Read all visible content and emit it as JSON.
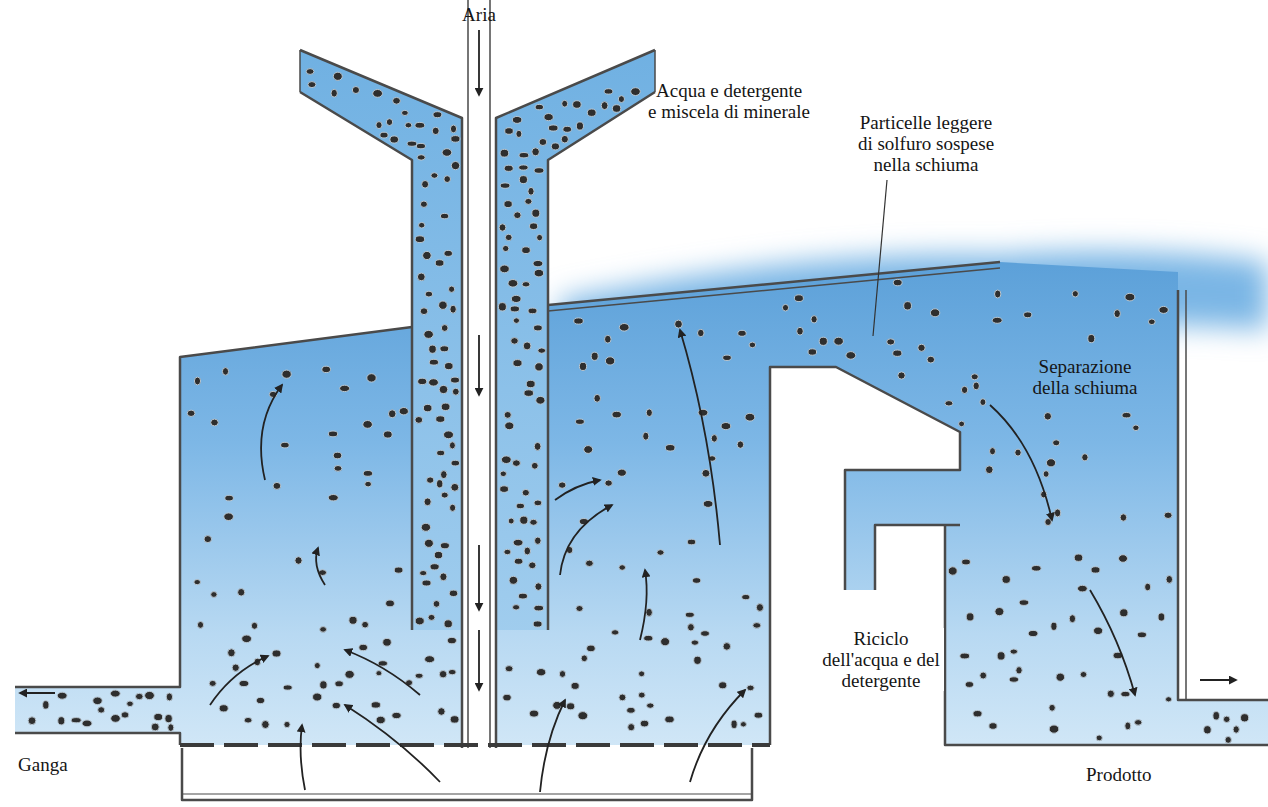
{
  "diagram": {
    "labels": [
      "Aria",
      "Acqua e detergente e miscela di minerale",
      "Particelle leggere di solfuro sospese nella schiuma",
      "Separazione della schiuma",
      "Riciclo dell'acqua e del detergente",
      "Ganga",
      "Prodotto"
    ]
  }
}
